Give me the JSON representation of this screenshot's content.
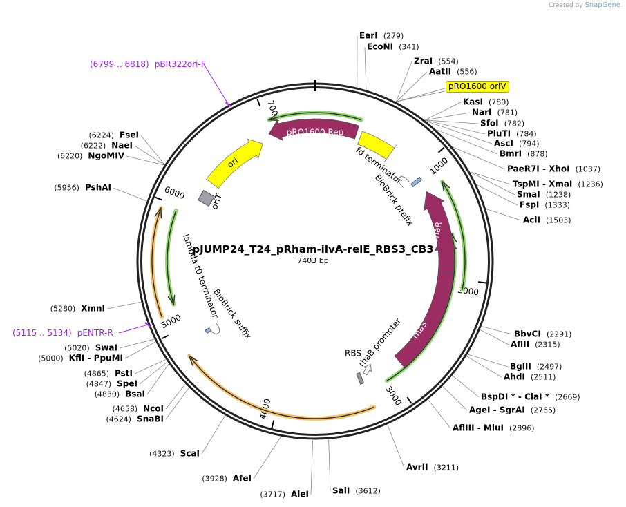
{
  "credit": {
    "prefix": "Created by",
    "brand": "SnapGene"
  },
  "plasmid": {
    "name": "pJUMP24_T24_pRham-ilvA-relE_RBS3_CB3",
    "length": "7403 bp"
  },
  "ticks": [
    "1000",
    "2000",
    "3000",
    "4000",
    "5000",
    "6000",
    "7000"
  ],
  "highlight_label": "pRO1600 oriV",
  "primers": [
    {
      "pos": "(6799 .. 6818)",
      "name": "pBR322ori-F"
    },
    {
      "pos": "(5115 .. 5134)",
      "name": "pENTR-R"
    }
  ],
  "enzymes": [
    {
      "name": "EarI",
      "pos": "(279)"
    },
    {
      "name": "EcoNI",
      "pos": "(341)"
    },
    {
      "name": "ZraI",
      "pos": "(554)"
    },
    {
      "name": "AatII",
      "pos": "(556)"
    },
    {
      "name": "KasI",
      "pos": "(780)"
    },
    {
      "name": "NarI",
      "pos": "(781)"
    },
    {
      "name": "SfoI",
      "pos": "(782)"
    },
    {
      "name": "PluTI",
      "pos": "(784)"
    },
    {
      "name": "AscI",
      "pos": "(794)"
    },
    {
      "name": "BmrI",
      "pos": "(878)"
    },
    {
      "name": "PaeR7I  -  XhoI",
      "pos": "(1037)"
    },
    {
      "name": "TspMI  -  XmaI",
      "pos": "(1236)"
    },
    {
      "name": "SmaI",
      "pos": "(1238)"
    },
    {
      "name": "FspI",
      "pos": "(1333)"
    },
    {
      "name": "AclI",
      "pos": "(1503)"
    },
    {
      "name": "BbvCI",
      "pos": "(2291)"
    },
    {
      "name": "AflII",
      "pos": "(2315)"
    },
    {
      "name": "BglII",
      "pos": "(2497)"
    },
    {
      "name": "AhdI",
      "pos": "(2511)"
    },
    {
      "name": "BspDI *  -  ClaI *",
      "pos": "(2669)"
    },
    {
      "name": "AgeI  -  SgrAI",
      "pos": "(2765)"
    },
    {
      "name": "AflIII  -  MluI",
      "pos": "(2896)"
    },
    {
      "name": "AvrII",
      "pos": "(3211)"
    },
    {
      "name": "SalI",
      "pos": "(3612)"
    },
    {
      "name": "AleI",
      "pos": "(3717)"
    },
    {
      "name": "AfeI",
      "pos": "(3928)"
    },
    {
      "name": "ScaI",
      "pos": "(4323)"
    },
    {
      "name": "NcoI",
      "pos": "(4658)"
    },
    {
      "name": "SnaBI",
      "pos": "(4624)"
    },
    {
      "name": "BsaI",
      "pos": "(4830)"
    },
    {
      "name": "SpeI",
      "pos": "(4847)"
    },
    {
      "name": "PstI",
      "pos": "(4865)"
    },
    {
      "name": "KflI  -  PpuMI",
      "pos": "(5000)"
    },
    {
      "name": "SwaI",
      "pos": "(5020)"
    },
    {
      "name": "XmnI",
      "pos": "(5280)"
    },
    {
      "name": "PshAI",
      "pos": "(5956)"
    },
    {
      "name": "NgoMIV",
      "pos": "(6220)"
    },
    {
      "name": "NaeI",
      "pos": "(6222)"
    },
    {
      "name": "FseI",
      "pos": "(6224)"
    }
  ],
  "features": {
    "rep": "pRO1600 Rep",
    "ori": "ori",
    "oriT": "oriT",
    "fd_terminator": "fd terminator",
    "biobrick_prefix": "BioBrick prefix",
    "rhaR": "rhaR",
    "rhaS": "rhaS",
    "rhaB_promoter": "rhaB promoter",
    "rbs": "RBS",
    "lambda_t0": "lambda t0 terminator",
    "biobrick_suffix": "BioBrick suffix"
  },
  "colors": {
    "cds": "#9b2d62",
    "origin": "#ffff00",
    "promoter_track": "#8ed86a",
    "orange_track": "#f5c26b",
    "primer": "#a020f0",
    "biobrick": "#8fb4e0",
    "backbone": "#222222"
  }
}
